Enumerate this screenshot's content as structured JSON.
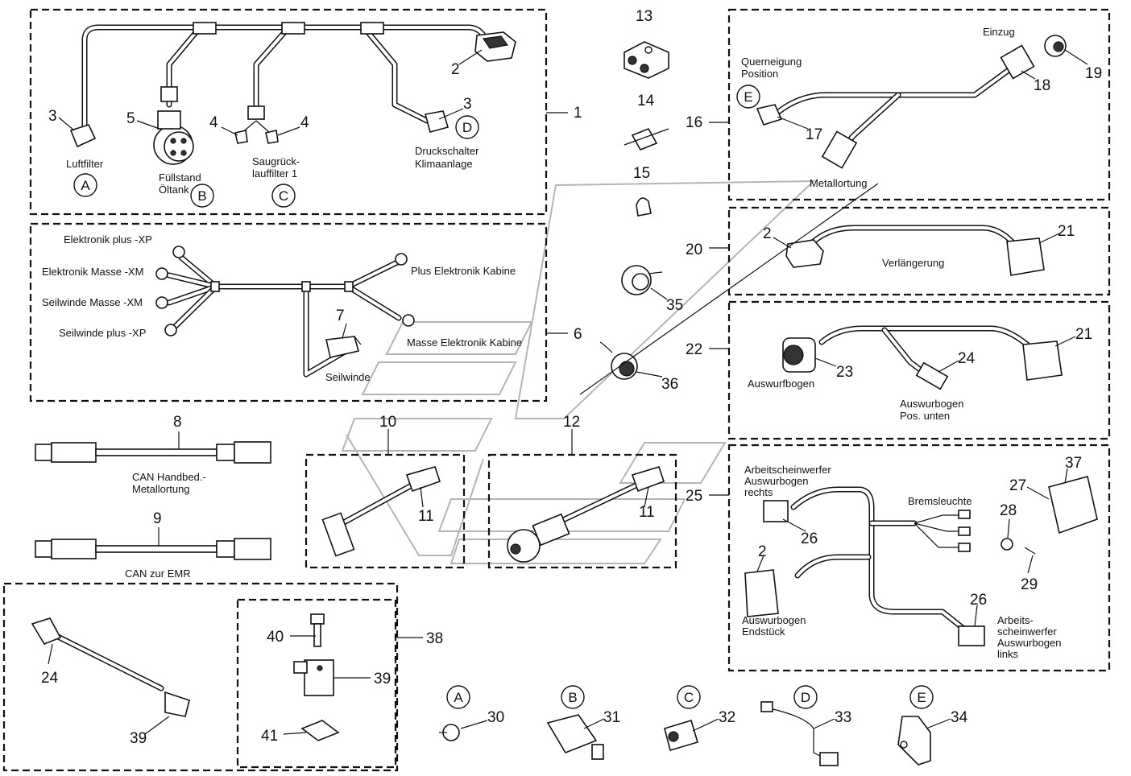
{
  "numbers": {
    "n1": "1",
    "n2a": "2",
    "n2b": "2",
    "n2c": "2",
    "n3a": "3",
    "n3b": "3",
    "n4a": "4",
    "n4b": "4",
    "n5": "5",
    "n6": "6",
    "n7": "7",
    "n8": "8",
    "n9": "9",
    "n10": "10",
    "n11a": "11",
    "n11b": "11",
    "n12": "12",
    "n13": "13",
    "n14": "14",
    "n15": "15",
    "n16": "16",
    "n17": "17",
    "n18": "18",
    "n19": "19",
    "n20": "20",
    "n21a": "21",
    "n21b": "21",
    "n22": "22",
    "n23": "23",
    "n24a": "24",
    "n24b": "24",
    "n25": "25",
    "n26a": "26",
    "n26b": "26",
    "n27": "27",
    "n28": "28",
    "n29": "29",
    "n30": "30",
    "n31": "31",
    "n32": "32",
    "n33": "33",
    "n34": "34",
    "n35": "35",
    "n36": "36",
    "n37": "37",
    "n38": "38",
    "n39a": "39",
    "n39b": "39",
    "n40": "40",
    "n41": "41"
  },
  "letters": {
    "A": "A",
    "B": "B",
    "C": "C",
    "D": "D",
    "E": "E",
    "A2": "A",
    "B2": "B",
    "C2": "C",
    "D2": "D",
    "E2": "E"
  },
  "labels": {
    "luftfilter": "Luftfilter",
    "fuellstand_1": "Füllstand",
    "fuellstand_2": "Öltank",
    "saug_1": "Saugrück-",
    "saug_2": "lauffilter 1",
    "druck_1": "Druckschalter",
    "druck_2": "Klimaanlage",
    "elek_plus_xp": "Elektronik plus -XP",
    "elek_masse_xm": "Elektronik Masse -XM",
    "seil_masse_xm": "Seilwinde Masse -XM",
    "seil_plus_xp": "Seilwinde plus -XP",
    "plus_elek_kabine": "Plus Elektronik Kabine",
    "masse_elek_kabine": "Masse Elektronik Kabine",
    "seilwinde": "Seilwinde",
    "can_hand_1": "CAN Handbed.-",
    "can_hand_2": "Metallortung",
    "can_emr": "CAN zur EMR",
    "einzug": "Einzug",
    "querneigung_1": "Querneigung",
    "querneigung_2": "Position",
    "metallortung": "Metallortung",
    "verlaengerung": "Verlängerung",
    "auswurfbogen": "Auswurfbogen",
    "auswurf_pos_1": "Auswurbogen",
    "auswurf_pos_2": "Pos. unten",
    "aws_rechts_1": "Arbeitscheinwerfer",
    "aws_rechts_2": "Auswurbogen",
    "aws_rechts_3": "rechts",
    "bremsleuchte": "Bremsleuchte",
    "endstueck_1": "Auswurbogen",
    "endstueck_2": "Endstück",
    "aws_links_1": "Arbeits-",
    "aws_links_2": "scheinwerfer",
    "aws_links_3": "Auswurbogen",
    "aws_links_4": "links"
  }
}
